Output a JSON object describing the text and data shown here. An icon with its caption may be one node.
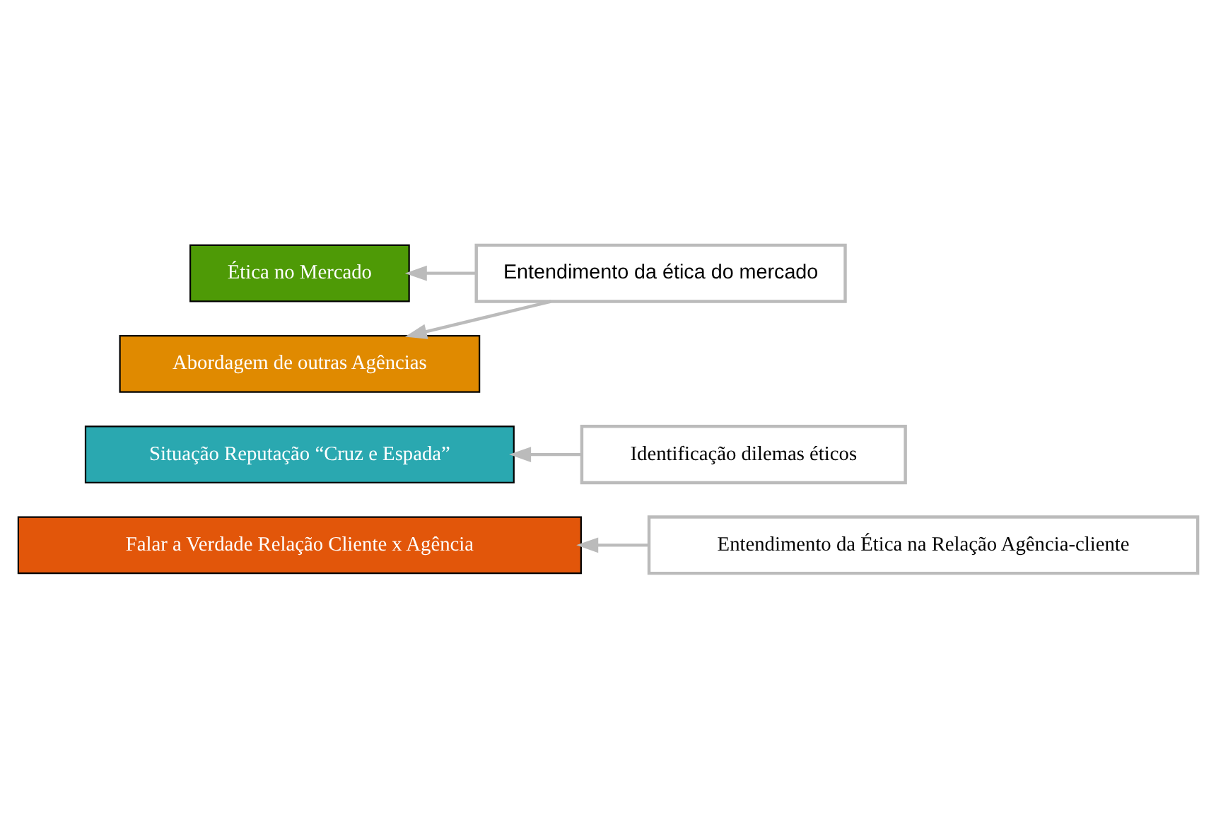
{
  "diagram": {
    "nodes": [
      {
        "text": [
          "Ética no Mercado"
        ]
      },
      {
        "text": [
          "Abordagem de outras Agências"
        ]
      },
      {
        "text": [
          "Situação Reputação “Cruz e Espada”"
        ]
      },
      {
        "text": [
          "Falar a Verdade Relação Cliente x Agência"
        ]
      },
      {
        "text": [
          "Entendimento da ética do mercado"
        ]
      },
      {
        "text": [
          "Identificação dilemas éticos"
        ]
      },
      {
        "text": [
          "Entendimento da Ética na Relação Agência-cliente"
        ]
      }
    ],
    "edges": [
      {
        "from": 4,
        "to": 0,
        "arrow": "to"
      },
      {
        "from": 4,
        "to": 1,
        "arrow": "to"
      },
      {
        "from": 5,
        "to": 2,
        "arrow": "to"
      },
      {
        "from": 6,
        "to": 3,
        "arrow": "to"
      }
    ]
  }
}
